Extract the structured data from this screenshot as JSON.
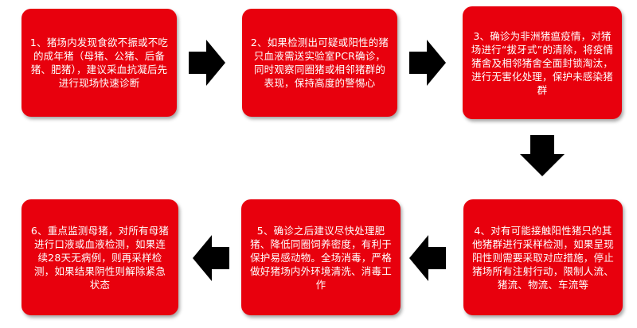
{
  "steps": [
    {
      "id": 1,
      "text": "1、猪场内发现食欲不振或不吃的成年猪（母猪、公猪、后备猪、肥猪），建议采血抗凝后先进行现场快速诊断"
    },
    {
      "id": 2,
      "text": "2、如果检测出可疑或阳性的猪只血液需送实验室PCR确诊，同时观察同圈猪或相邻猪群的表现，保持高度的警惕心"
    },
    {
      "id": 3,
      "text": "3、确诊为非洲猪瘟疫情，对猪场进行“拔牙式”的清除，将疫情猪舍及相邻猪舍全面封锁淘汰，进行无害化处理，保护未感染猪群"
    },
    {
      "id": 4,
      "text": "4、对有可能接触阳性猪只的其他猪群进行采样检测，如果呈现阳性则需要采取对应措施，停止猪场所有注射行动，限制人流、猪流、物流、车流等"
    },
    {
      "id": 5,
      "text": "5、确诊之后建议尽快处理肥猪、降低同圈饲养密度，有利于保护易感动物。全场消毒，严格做好猪场内外环境清洗、消毒工作"
    },
    {
      "id": 6,
      "text": "6、重点监测母猪，对所有母猪进行口液或血液检测，如果连续28天无病例，则再采样检测，如果结果阴性则解除紧急状态"
    }
  ],
  "colors": {
    "box": "#e8000d",
    "text": "#ffffff",
    "arrow": "#000000"
  }
}
